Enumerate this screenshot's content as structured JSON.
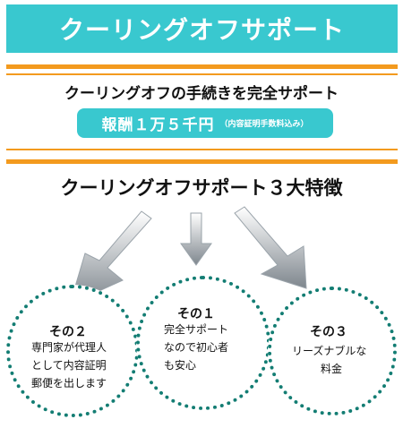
{
  "header": {
    "title": "クーリングオフサポート"
  },
  "offer": {
    "subtitle": "クーリングオフの手続きを完全サポート",
    "fee_label": "報酬１万５千円",
    "fee_note": "（内容証明手数料込み）"
  },
  "features": {
    "heading": "クーリングオフサポート３大特徴",
    "items": [
      {
        "title": "その１",
        "lines": [
          "完全サポート",
          "なので初心者",
          "も安心"
        ]
      },
      {
        "title": "その２",
        "lines": [
          "専門家が代理人",
          "として内容証明",
          "郵便を出します"
        ]
      },
      {
        "title": "その３",
        "lines": [
          "リーズナブルな",
          "料金"
        ]
      }
    ]
  },
  "colors": {
    "banner": "#39c8cf",
    "rule": "#f39a1e",
    "dots": "#137d73",
    "arrow": "#9aa3aa"
  },
  "icons": {
    "arrow": "down-arrow-icon"
  }
}
